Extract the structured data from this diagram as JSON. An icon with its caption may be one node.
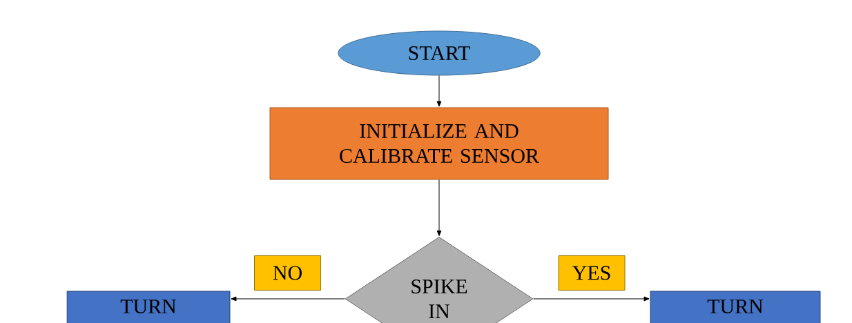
{
  "diagram": {
    "nodes": [
      {
        "text": [
          "START"
        ]
      },
      {
        "text": [
          "INITIALIZE AND CALIBRATE SENSOR"
        ]
      },
      {
        "text": [
          "SPIKE IN"
        ]
      },
      {
        "text": [
          "TURN"
        ]
      },
      {
        "text": [
          "TURN"
        ]
      }
    ],
    "edges": [
      {
        "from": 0,
        "to": 1,
        "arrow": "to"
      },
      {
        "from": 1,
        "to": 2,
        "arrow": "to"
      },
      {
        "from": 2,
        "to": 3,
        "arrow": "to",
        "label": "NO"
      },
      {
        "from": 2,
        "to": 4,
        "arrow": "to",
        "label": "YES"
      }
    ]
  }
}
